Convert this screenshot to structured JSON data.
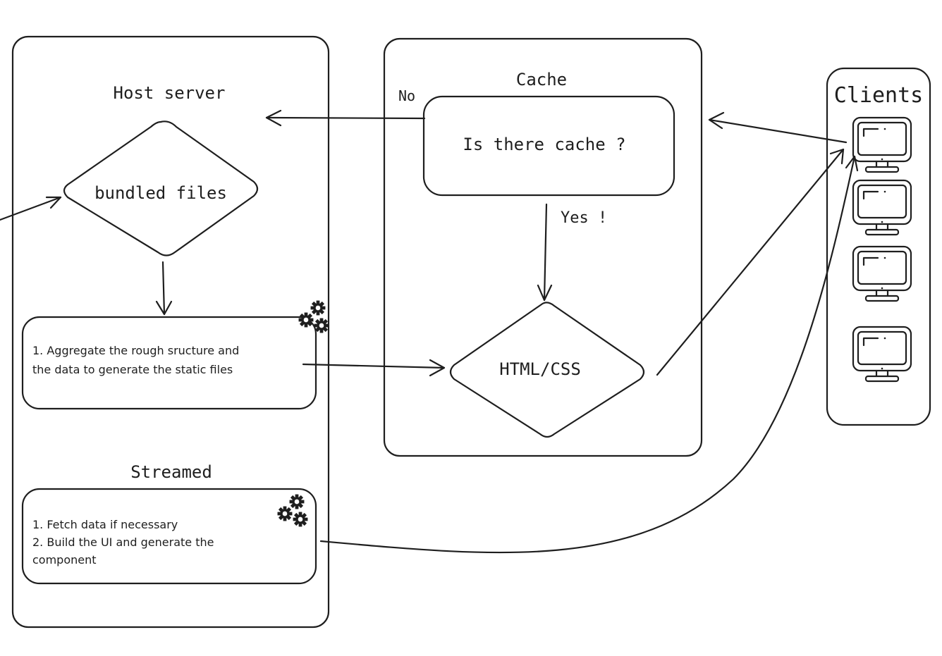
{
  "host": {
    "title": "Host server",
    "bundled": "bundled files",
    "aggregate_lines": [
      "1. Aggregate the rough sructure and",
      "the data to generate the static files"
    ],
    "streamed_title": "Streamed",
    "streamed_lines": [
      "1. Fetch data if necessary",
      "2. Build the UI and generate the",
      "component"
    ]
  },
  "cache": {
    "title": "Cache",
    "question": "Is there cache ?",
    "no_label": "No",
    "yes_label": "Yes !",
    "result": "HTML/CSS"
  },
  "clients": {
    "title": "Clients",
    "count": 4
  },
  "icons": [
    "gear-icon",
    "monitor-icon"
  ],
  "colors": {
    "ink": "#1e1e1e",
    "background": "#ffffff"
  }
}
